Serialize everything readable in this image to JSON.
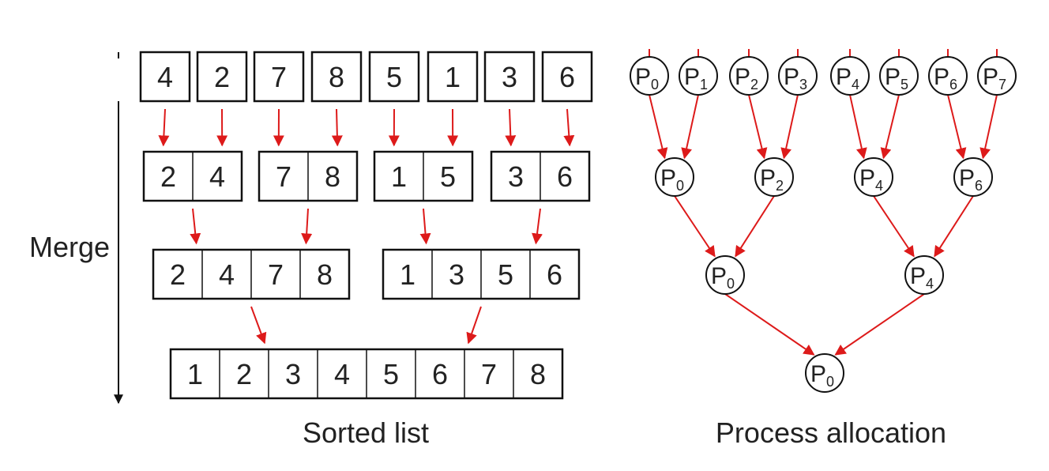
{
  "merge_sort": {
    "side_label": "Merge",
    "caption": "Sorted list",
    "levels": [
      [
        [
          4
        ],
        [
          2
        ],
        [
          7
        ],
        [
          8
        ],
        [
          5
        ],
        [
          1
        ],
        [
          3
        ],
        [
          6
        ]
      ],
      [
        [
          2,
          4
        ],
        [
          7,
          8
        ],
        [
          1,
          5
        ],
        [
          3,
          6
        ]
      ],
      [
        [
          2,
          4,
          7,
          8
        ],
        [
          1,
          3,
          5,
          6
        ]
      ],
      [
        [
          1,
          2,
          3,
          4,
          5,
          6,
          7,
          8
        ]
      ]
    ]
  },
  "process_tree": {
    "caption": "Process allocation",
    "node_letter": "P",
    "levels": [
      [
        0,
        1,
        2,
        3,
        4,
        5,
        6,
        7
      ],
      [
        0,
        2,
        4,
        6
      ],
      [
        0,
        4
      ],
      [
        0
      ]
    ]
  },
  "colors": {
    "arrow": "#dd1a1a",
    "line": "#111111",
    "text": "#222222",
    "background": "#ffffff"
  }
}
